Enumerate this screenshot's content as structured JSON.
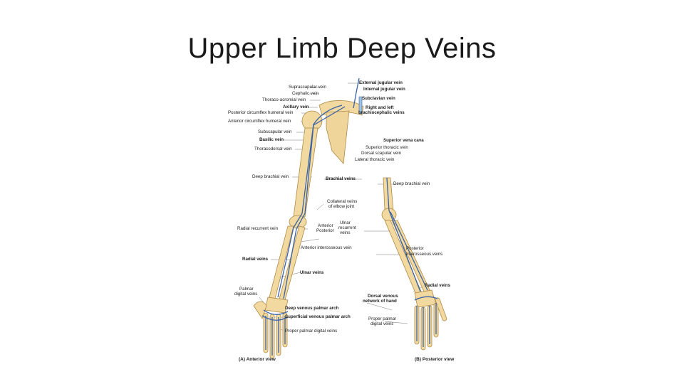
{
  "slide": {
    "title": "Upper Limb Deep Veins"
  },
  "figure": {
    "colors": {
      "bone": "#f1d9a0",
      "bone_outline": "#b08a47",
      "vein": "#3a63a6",
      "vein_light": "#9fc4e2"
    },
    "labels": {
      "external_jugular": "External jugular vein",
      "internal_jugular": "Internal jugular vein",
      "suprascapular": "Suprascapular vein",
      "cephalic": "Cephalic vein",
      "thoraco_acromial": "Thoraco-acromial vein",
      "subclavian": "Subclavian vein",
      "axillary": "Axillary vein",
      "right_left_brachio_1": "Right and left",
      "right_left_brachio_2": "brachiocephalic veins",
      "post_circumflex": "Posterior circumflex humeral vein",
      "ant_circumflex": "Anterior circumflex humeral vein",
      "subscapular": "Subscapular vein",
      "basilic": "Basilic vein",
      "superior_vena_cava": "Superior vena cava",
      "superior_thoracic": "Superior thoracic vein",
      "thoracodorsal": "Thoracodorsal vein",
      "dorsal_scapular": "Dorsal scapular vein",
      "lateral_thoracic": "Lateral thoracic vein",
      "deep_brachial_left": "Deep brachial vein",
      "brachial_veins": "Brachial veins",
      "deep_brachial_right": "Deep brachial vein",
      "collateral_1": "Collateral veins",
      "collateral_2": "of elbow joint",
      "ulnar_recurrent_1": "Ulnar",
      "ulnar_recurrent_2": "recurrent",
      "ulnar_recurrent_3": "veins",
      "anterior": "Anterior",
      "posterior": "Posterior",
      "radial_recurrent": "Radial recurrent vein",
      "ant_interosseous": "Anterior interosseous vein",
      "post_interosseous_1": "Posterior",
      "post_interosseous_2": "interosseous veins",
      "radial_veins_left": "Radial veins",
      "ulnar_veins": "Ulnar veins",
      "radial_veins_right": "Radial veins",
      "palmar_digital_1": "Palmar",
      "palmar_digital_2": "digital veins",
      "dorsal_venous_1": "Dorsal venous",
      "dorsal_venous_2": "network of hand",
      "deep_palmar_arch": "Deep venous palmar arch",
      "superficial_palmar_arch": "Superficial venous palmar arch",
      "proper_palmar_left": "Proper palmar digital veins",
      "proper_palmar_right_1": "Proper palmar",
      "proper_palmar_right_2": "digital veins"
    },
    "views": {
      "anterior": "(A) Anterior view",
      "posterior": "(B) Posterior view"
    }
  }
}
